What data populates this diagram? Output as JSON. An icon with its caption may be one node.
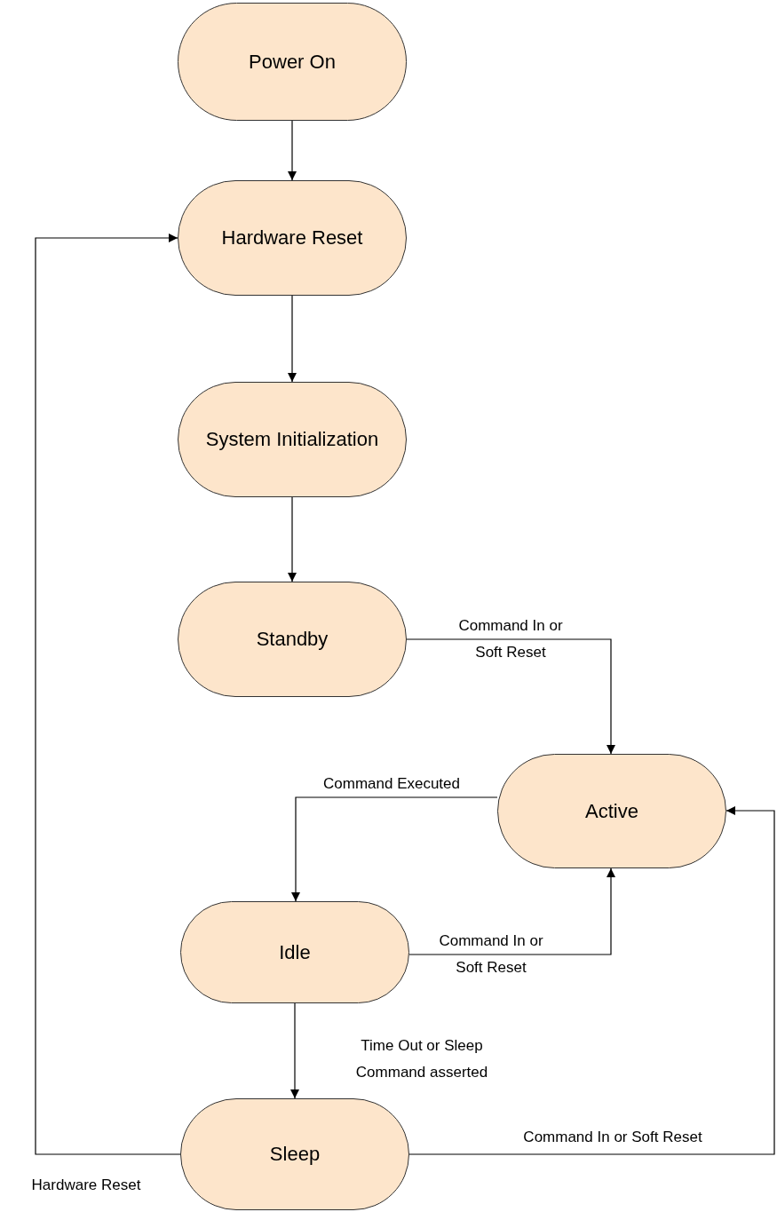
{
  "diagram": {
    "nodes": [
      {
        "text": [
          "Power On"
        ]
      },
      {
        "text": [
          "Hardware Reset"
        ]
      },
      {
        "text": [
          "System Initialization"
        ]
      },
      {
        "text": [
          "Standby"
        ]
      },
      {
        "text": [
          "Active"
        ]
      },
      {
        "text": [
          "Idle"
        ]
      },
      {
        "text": [
          "Sleep"
        ]
      }
    ],
    "edges": [
      {
        "from": 0,
        "to": 1,
        "arrow": "to"
      },
      {
        "from": 1,
        "to": 2,
        "arrow": "to"
      },
      {
        "from": 2,
        "to": 3,
        "arrow": "to"
      },
      {
        "from": 3,
        "to": 4,
        "arrow": "to",
        "label": "Command In or Soft Reset"
      },
      {
        "from": 4,
        "to": 5,
        "arrow": "to",
        "label": "Command Executed"
      },
      {
        "from": 5,
        "to": 4,
        "arrow": "to",
        "label": "Command In or Soft Reset"
      },
      {
        "from": 5,
        "to": 6,
        "arrow": "to",
        "label": "Time Out or Sleep Command asserted"
      },
      {
        "from": 6,
        "to": 4,
        "arrow": "to",
        "label": "Command In or Soft Reset"
      },
      {
        "from": 6,
        "to": 1,
        "arrow": "to",
        "label": "Hardware Reset"
      }
    ]
  }
}
